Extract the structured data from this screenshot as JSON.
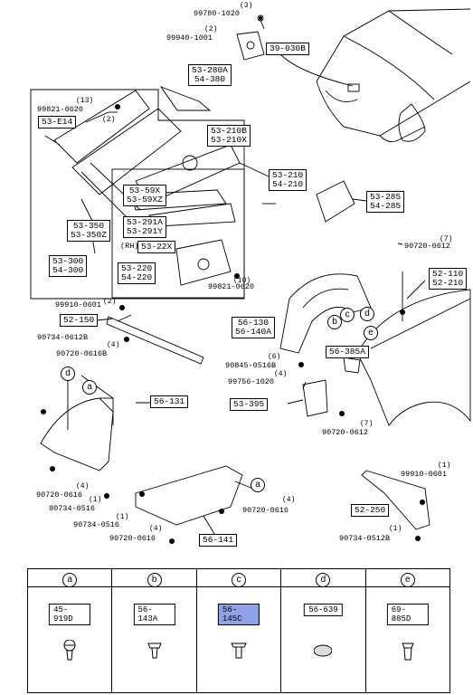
{
  "top_codes": {
    "c39030b": "39-030B",
    "c53280": [
      "53-280A",
      "54-380"
    ],
    "c53e14": "53-E14",
    "c53210b": [
      "53-210B",
      "53-210X"
    ],
    "c53210": [
      "53-210",
      "54-210"
    ],
    "c5359x": [
      "53-59X",
      "53-59XZ"
    ],
    "c53291": [
      "53-291A",
      "53-291Y"
    ],
    "c5322x": "53-22X",
    "c53220": [
      "53-220",
      "54-220"
    ],
    "c53350": [
      "53-350",
      "53-350Z"
    ],
    "c53300": [
      "53-300",
      "54-300"
    ],
    "c53285": [
      "53-285",
      "54-285"
    ],
    "c52110": [
      "52-110",
      "52-210"
    ],
    "c52150": "52-150",
    "c56130": [
      "56-130",
      "56-140A"
    ],
    "c56385": "56-385A",
    "c53395": "53-395",
    "c56131": "56-131",
    "c56141": "56-141",
    "c52250": "52-250"
  },
  "parts": {
    "p99780": "99780-1020",
    "p99940": "99940-1001",
    "p99821a": "99821-0620",
    "p99821b": "99821-0620",
    "p90720a": "90720-0612",
    "p99910a": "99910-0601",
    "p90734a": "90734-0612B",
    "p90720b": "90720-0616B",
    "p90845": "90845-0516B",
    "p99756": "99756-1020",
    "p90720c": "90720-0612",
    "p90720d": "90720-0616",
    "p90734b": "90734-0516",
    "p90734c": "90734-0516",
    "p90720e": "90720-0616",
    "p90720f": "90720-0616",
    "p99910b": "99910-0601",
    "p90734d": "90734-0512B",
    "rh": "(RH)"
  },
  "qty": {
    "q3": "(3)",
    "q2": "(2)",
    "q13": "(13)",
    "q2b": "(2)",
    "q10": "(10)",
    "q7": "(7)",
    "q2c": "(2)",
    "q4": "(4)",
    "q6": "(6)",
    "q4b": "(4)",
    "q7b": "(7)",
    "q4c": "(4)",
    "q1": "(1)",
    "q1b": "(1)",
    "q4d": "(4)",
    "q4e": "(4)",
    "q1c": "(1)",
    "q1d": "(1)"
  },
  "callouts": {
    "a": "a",
    "b": "b",
    "c": "c",
    "d": "d",
    "e": "e",
    "a2": "a",
    "d2": "d"
  },
  "legend": [
    {
      "letter": "a",
      "code": "45-919D"
    },
    {
      "letter": "b",
      "code": "56-143A"
    },
    {
      "letter": "c",
      "code": "56-145C"
    },
    {
      "letter": "d",
      "code": "56-639"
    },
    {
      "letter": "e",
      "code": "69-885D"
    }
  ],
  "colors": {
    "highlight": "#8fa3e8",
    "line": "#000000"
  }
}
